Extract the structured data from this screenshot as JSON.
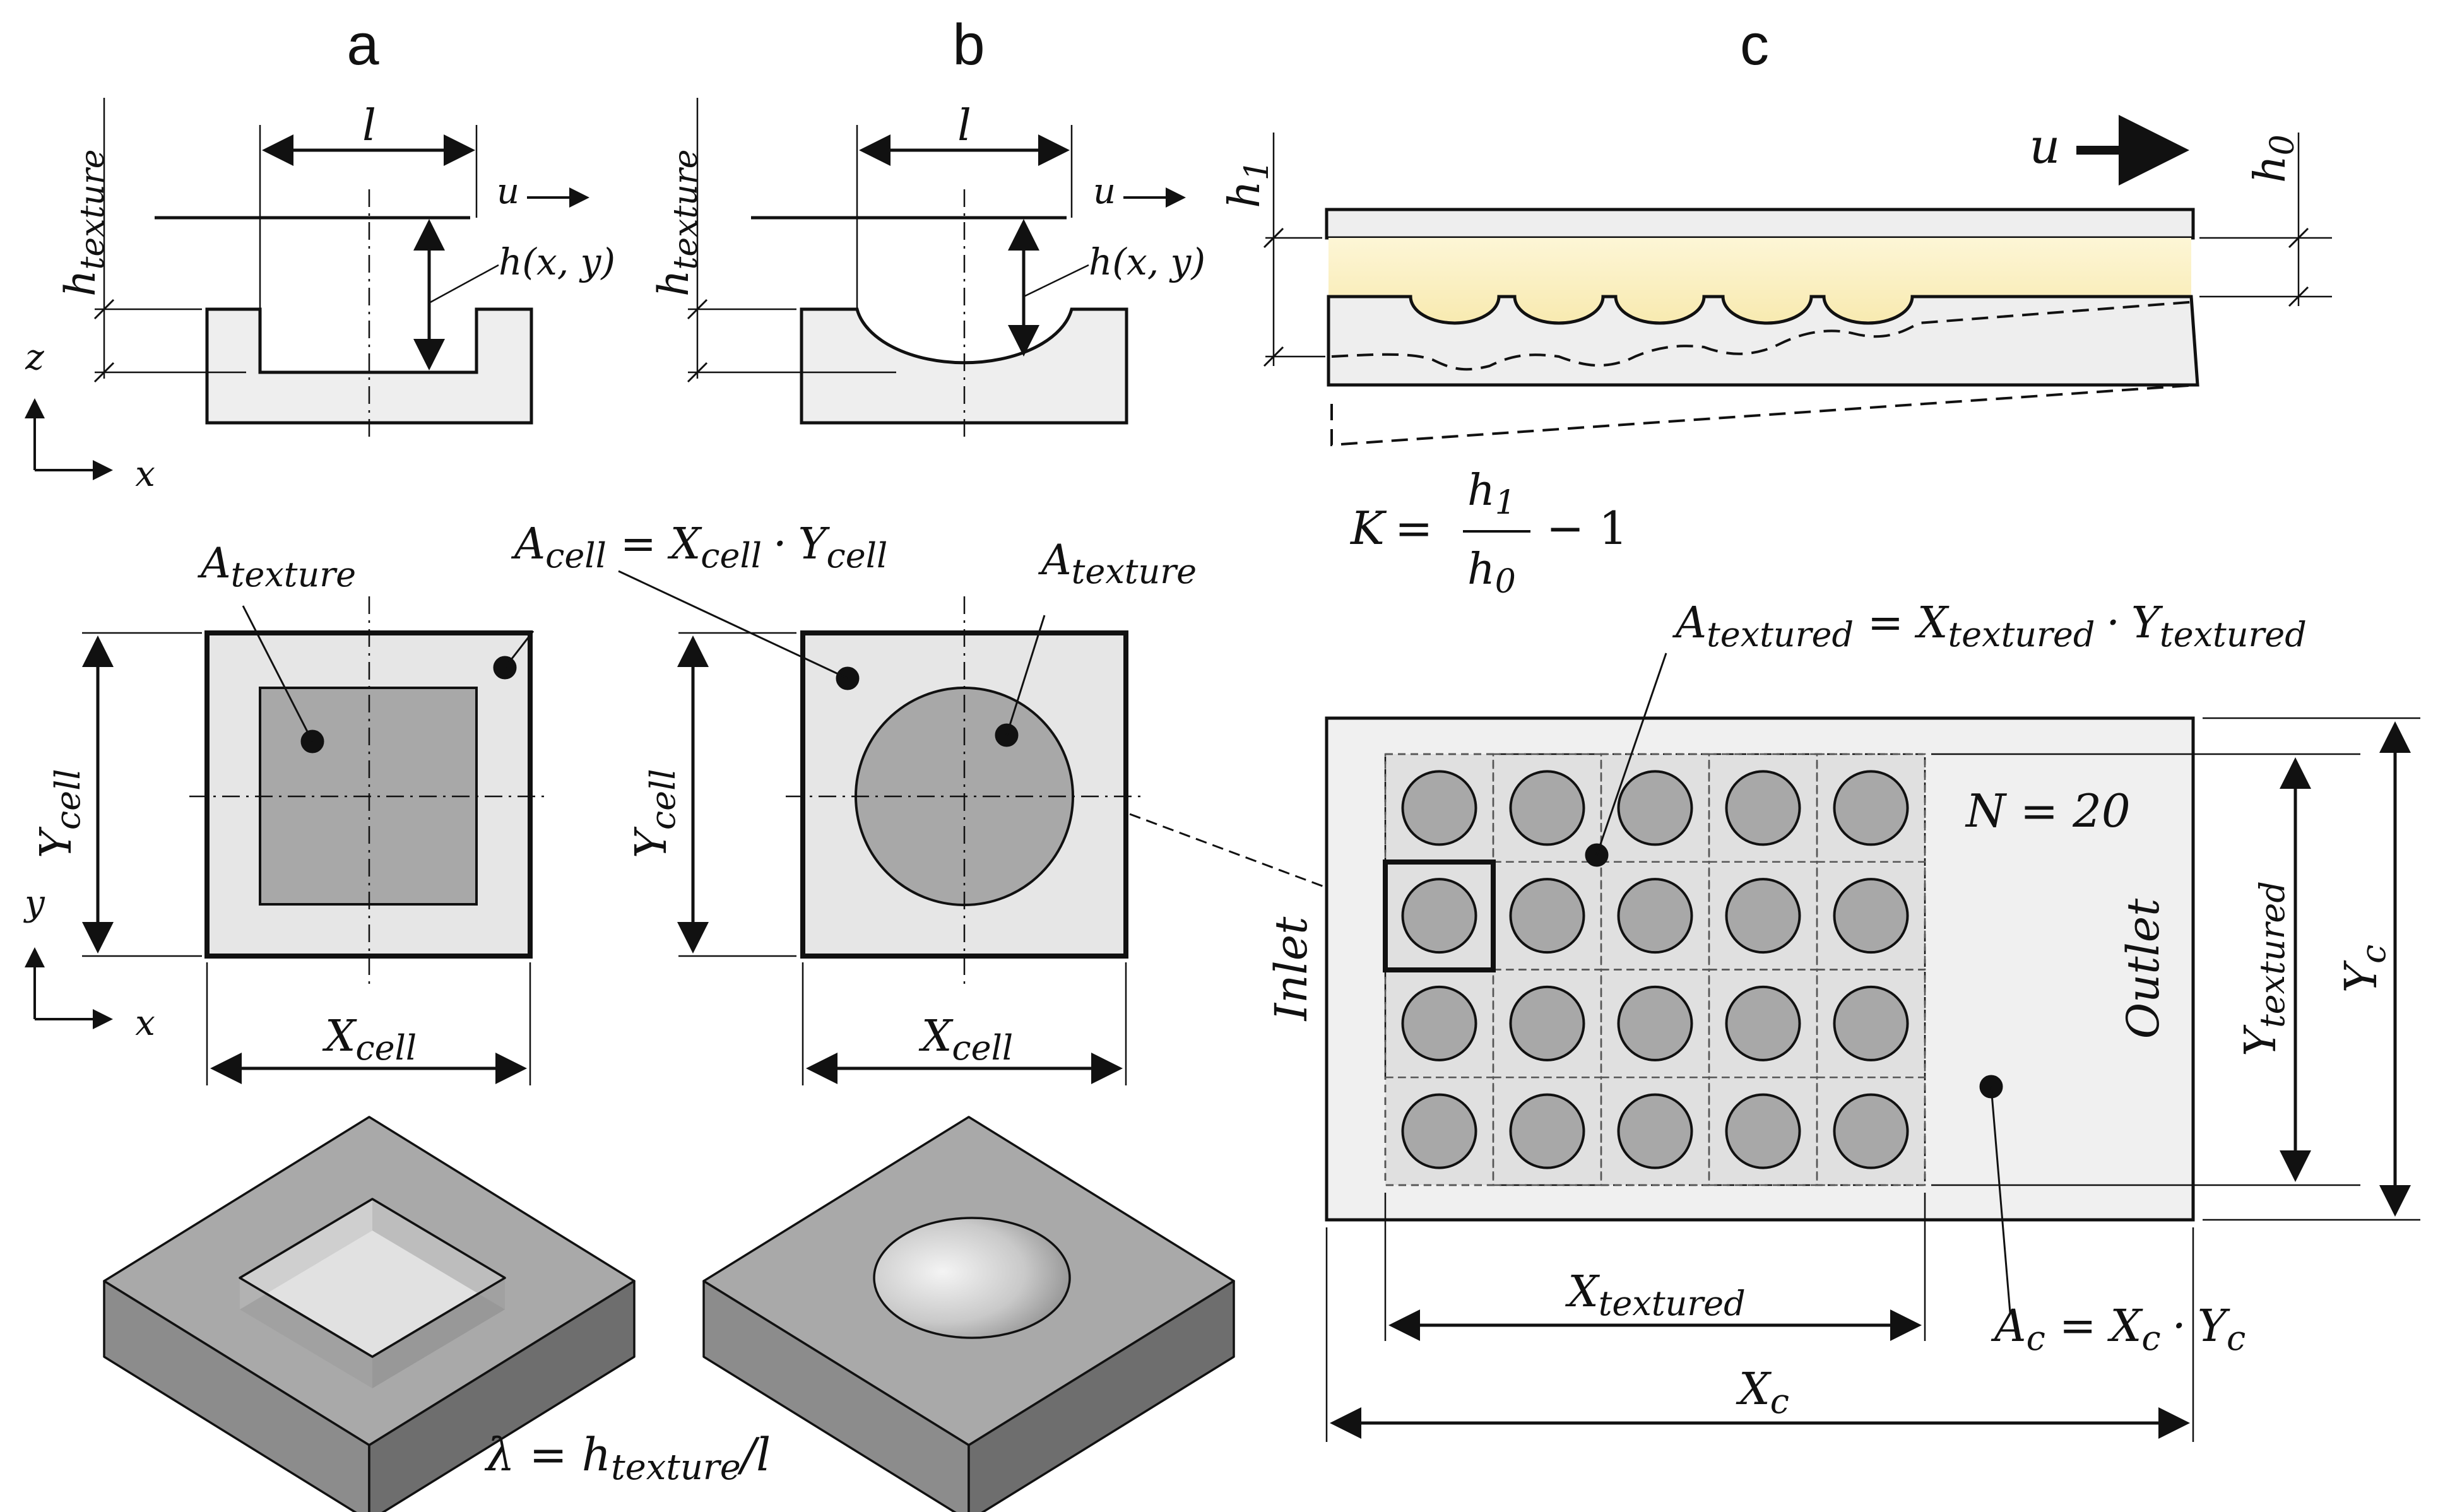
{
  "panels": {
    "a": "a",
    "b": "b",
    "c": "c"
  },
  "labels": {
    "a_section": {
      "l": "l",
      "h_texture": "h",
      "h_texture_sub": "texture",
      "u": "u",
      "hxy": "h(x, y)"
    },
    "b_section": {
      "l": "l",
      "h_texture": "h",
      "h_texture_sub": "texture",
      "u": "u",
      "hxy": "h(x, y)"
    },
    "axes_top": {
      "z": "z",
      "x": "x"
    },
    "axes_mid": {
      "y": "y",
      "x": "x"
    },
    "a_cell": {
      "A": "A",
      "sub": "texture"
    },
    "b_cell": {
      "A": "A",
      "sub": "texture"
    },
    "A_cell_eq": {
      "A": "A",
      "A_sub": "cell",
      "eq": "=",
      "X": "X",
      "X_sub": "cell",
      "dot": "·",
      "Y": "Y",
      "Y_sub": "cell"
    },
    "a_dims": {
      "Y": "Y",
      "Y_sub": "cell",
      "X": "X",
      "X_sub": "cell"
    },
    "b_dims": {
      "Y": "Y",
      "Y_sub": "cell",
      "X": "X",
      "X_sub": "cell"
    },
    "lambda_eq": {
      "lam": "λ",
      "eq": " = ",
      "h": "h",
      "h_sub": "texture",
      "rest": "/l"
    },
    "c_bearing": {
      "u": "u",
      "h1": "h",
      "h1_sub": "1",
      "h0": "h",
      "h0_sub": "0"
    },
    "K_eq": {
      "K": "K",
      "eq": "=",
      "h": "h",
      "num_sub": "1",
      "den_sub": "0",
      "minus": "− 1"
    },
    "A_textured_eq": {
      "A": "A",
      "A_sub": "textured",
      "eq": "=",
      "X": "X",
      "X_sub": "textured",
      "dot": "·",
      "Y": "Y",
      "Y_sub": "textured"
    },
    "plate": {
      "N": "N = 20",
      "inlet": "Inlet",
      "outlet": "Outlet",
      "Y_textured": "Y",
      "Y_textured_sub": "textured",
      "Y_c": "Y",
      "Y_c_sub": "c",
      "X_textured": "X",
      "X_textured_sub": "textured",
      "X_c": "X",
      "X_c_sub": "c"
    },
    "A_c_eq": {
      "A": "A",
      "A_sub": "c",
      "eq": "=",
      "X": "X",
      "X_sub": "c",
      "dot": "·",
      "Y": "Y",
      "Y_sub": "c"
    }
  },
  "colors": {
    "fluid": "#fbf1c0",
    "plate": "#eeeeee",
    "texture": "#a8a8a8",
    "iso_top": "#a9a9a9",
    "iso_left": "#8c8c8c",
    "iso_right": "#6e6e6e"
  }
}
